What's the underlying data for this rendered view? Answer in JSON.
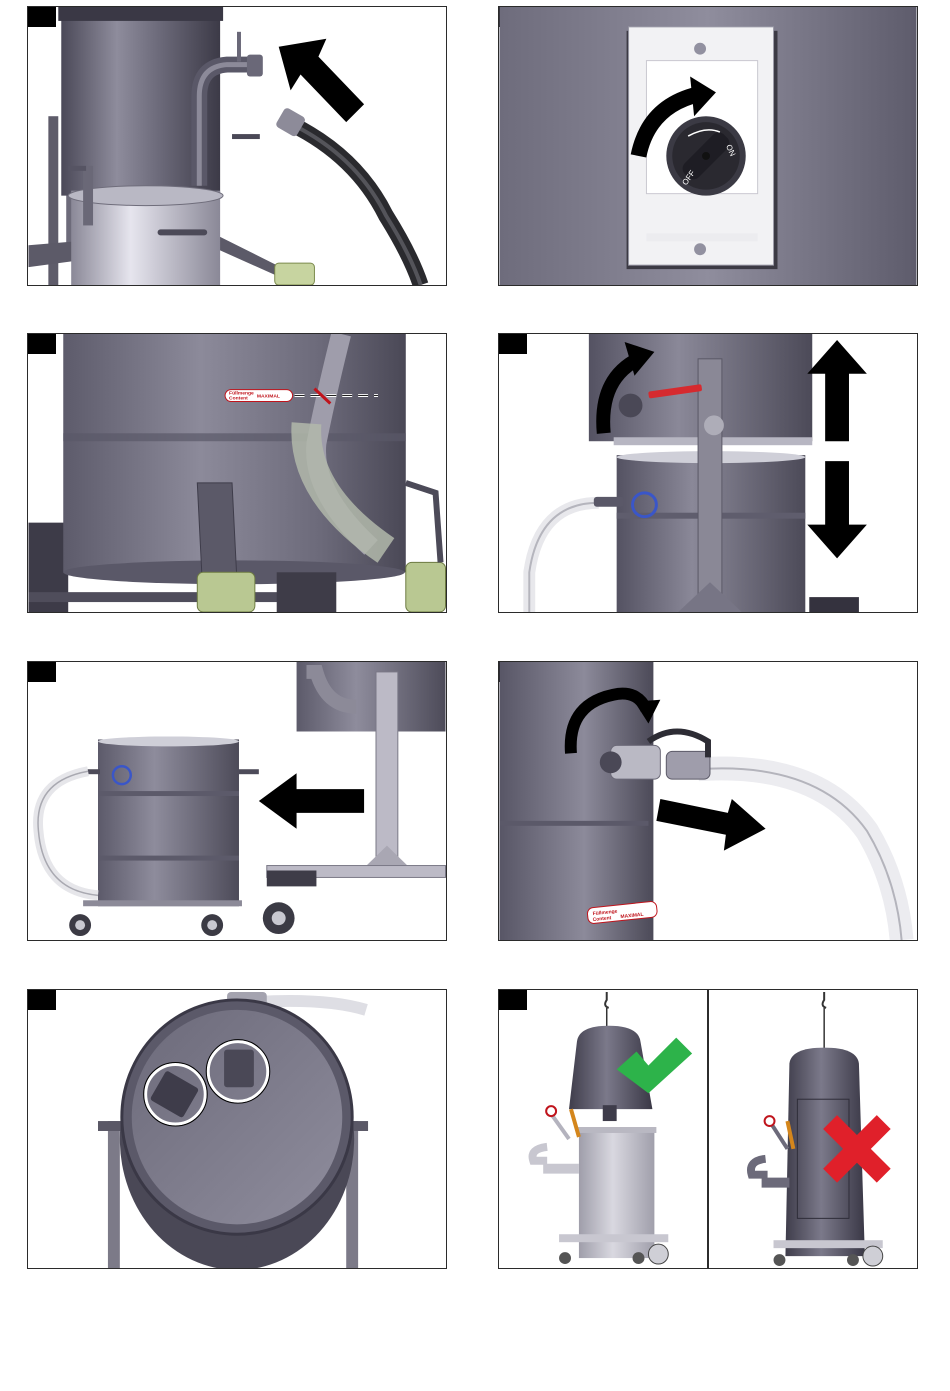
{
  "panels": [
    {
      "step": ""
    },
    {
      "step": "",
      "switch": {
        "off": "OFF",
        "on": "ON"
      }
    },
    {
      "step": "",
      "warning_label": {
        "line1": "Füllmenge",
        "line2": "Content",
        "max": "MAXIMAL"
      }
    },
    {
      "step": ""
    },
    {
      "step": ""
    },
    {
      "step": "",
      "warning_label": {
        "line1": "Füllmenge",
        "line2": "Content",
        "max": "MAXIMAL"
      }
    },
    {
      "step": ""
    },
    {
      "step": ""
    }
  ],
  "colors": {
    "metal_dark": "#4a4856",
    "metal_mid": "#777585",
    "metal_light": "#c6c5d0",
    "accent_green": "#2db34a",
    "accent_red": "#e0202a",
    "arrow": "#000000"
  },
  "icons": [
    "arrow-icon",
    "rotate-arrow-icon",
    "check-icon",
    "cross-icon",
    "hook-icon"
  ]
}
